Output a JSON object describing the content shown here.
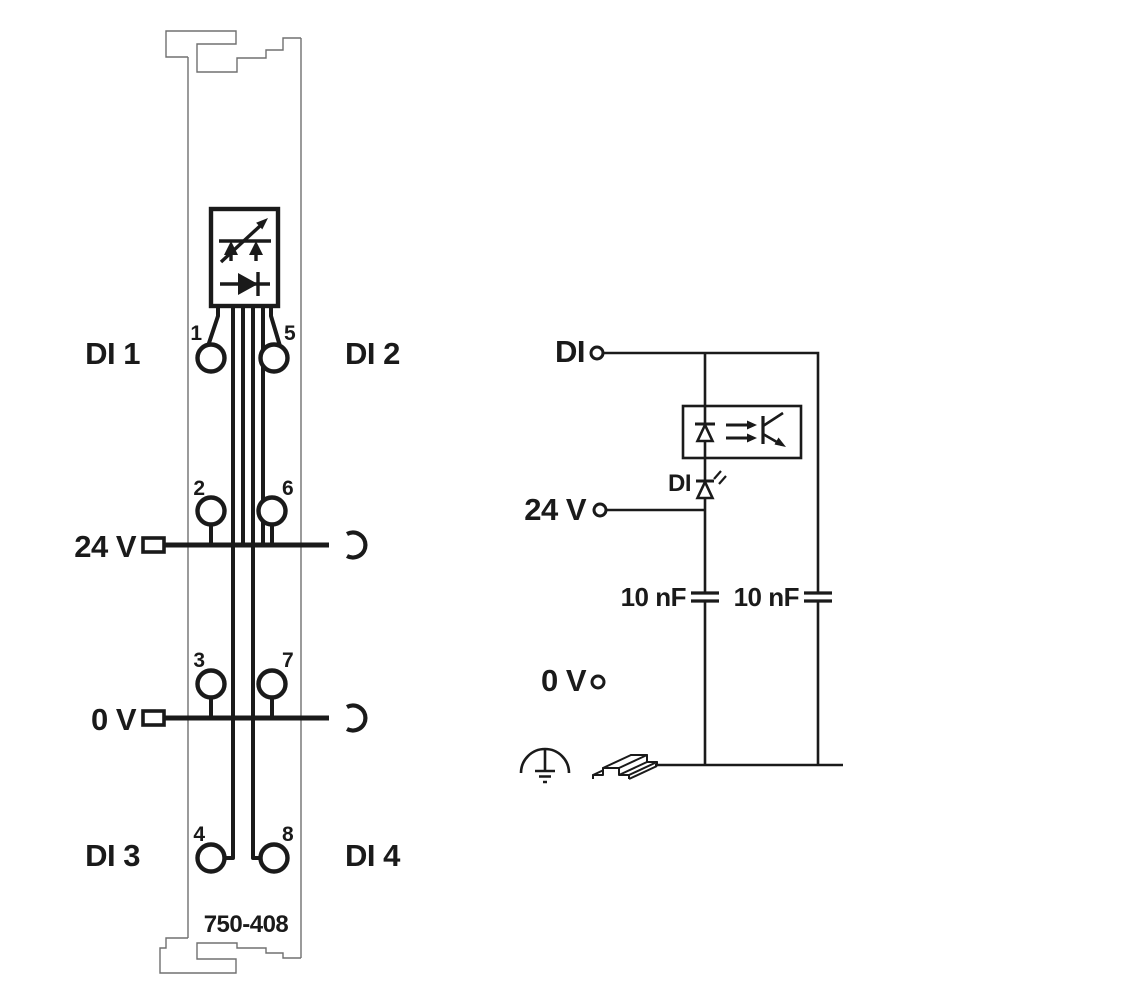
{
  "module": {
    "part_number": "750-408",
    "channels": [
      "DI 1",
      "DI 2",
      "DI 3",
      "DI 4"
    ],
    "terminal_numbers": [
      "1",
      "2",
      "3",
      "4",
      "5",
      "6",
      "7",
      "8"
    ],
    "rail_labels": [
      "24 V",
      "0 V"
    ]
  },
  "schematic": {
    "input_label": "DI",
    "supply_label": "24 V",
    "zero_volt_label": "0 V",
    "status_led_label": "DI",
    "capacitor_labels": [
      "10 nF",
      "10 nF"
    ]
  },
  "colors": {
    "wire": "#1a1a1a",
    "module_outline": "#707070",
    "background": "#ffffff"
  }
}
